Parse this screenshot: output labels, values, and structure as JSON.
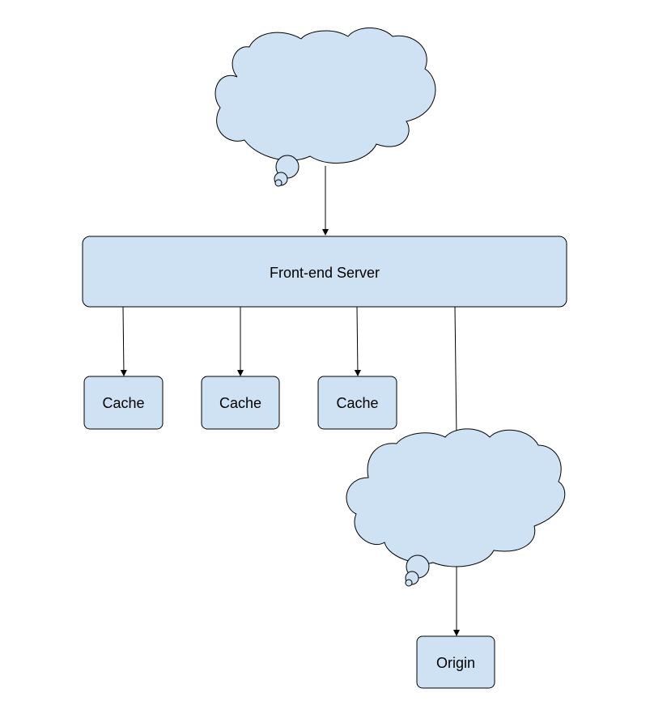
{
  "diagram": {
    "nodes": {
      "frontend": {
        "label": "Front-end Server"
      },
      "cache_1": {
        "label": "Cache"
      },
      "cache_2": {
        "label": "Cache"
      },
      "cache_3": {
        "label": "Cache"
      },
      "origin": {
        "label": "Origin"
      }
    },
    "clouds": [
      {
        "id": "cloud-top",
        "label": ""
      },
      {
        "id": "cloud-bottom",
        "label": ""
      }
    ],
    "edges": [
      {
        "from": "cloud-top",
        "to": "frontend"
      },
      {
        "from": "frontend",
        "to": "cache_1"
      },
      {
        "from": "frontend",
        "to": "cache_2"
      },
      {
        "from": "frontend",
        "to": "cache_3"
      },
      {
        "from": "frontend",
        "to": "cloud-bottom"
      },
      {
        "from": "cloud-bottom",
        "to": "origin"
      }
    ]
  },
  "colors": {
    "node_fill": "#cfe2f3",
    "stroke": "#000000",
    "background": "#ffffff"
  }
}
